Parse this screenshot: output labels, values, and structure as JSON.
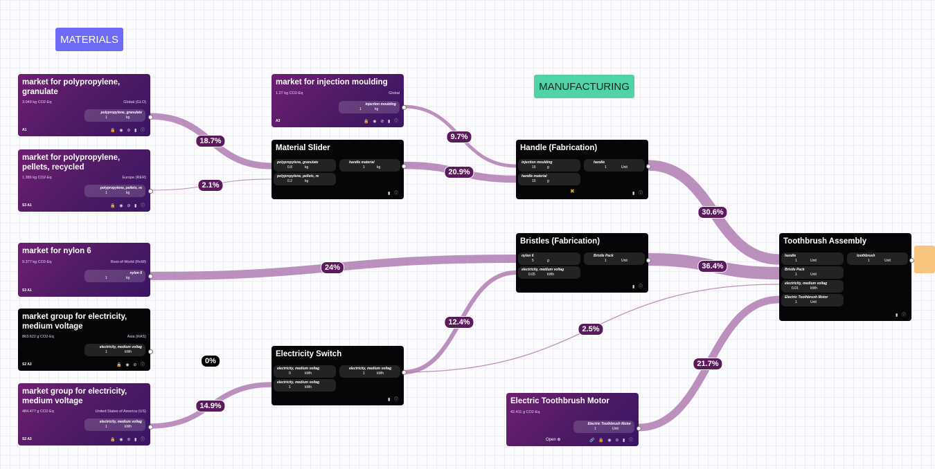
{
  "sections": {
    "materials": "MATERIALS",
    "manufacturing": "MANUFACTURING"
  },
  "colors": {
    "materials": "#6e6bf7",
    "manufacturing": "#52d3a5",
    "flow": "#b07cb2",
    "badge": "#5a1a5c"
  },
  "nodes": {
    "pp": {
      "title": "market for polypropylene, granulate",
      "impact": "3.049 kg CO2-Eq",
      "region": "Global (GLO)",
      "out_label": "polypropylene, granulate",
      "out_value": "1",
      "out_unit": "kg",
      "tags": "A1"
    },
    "ppr": {
      "title": "market for polypropylene, pellets, recycled",
      "impact": "1.386 kg CO2-Eq",
      "region": "Europe (RER)",
      "out_label": "polypropylene, pellets, re",
      "out_value": "1",
      "out_unit": "kg",
      "tags": "S3   A1"
    },
    "nylon": {
      "title": "market for nylon 6",
      "impact": "9.377 kg CO2-Eq",
      "region": "Rest-of-World (RoW)",
      "out_label": "nylon 6",
      "out_value": "1",
      "out_unit": "kg",
      "tags": "S3   A1"
    },
    "elec_ras": {
      "title": "market group for electricity, medium voltage",
      "impact": "863.622 g CO2-Eq",
      "region": "Asia (RAS)",
      "out_label": "electricity, medium voltag",
      "out_value": "1",
      "out_unit": "kWh",
      "tags": "S2   A3"
    },
    "elec_us": {
      "title": "market group for electricity, medium voltage",
      "impact": "484.477 g CO2-Eq",
      "region": "United States of America (US)",
      "out_label": "electricity, medium voltag",
      "out_value": "1",
      "out_unit": "kWh",
      "tags": "S2   A3"
    },
    "inj": {
      "title": "market for injection moulding",
      "impact": "1.27 kg CO2-Eq",
      "region": "Global",
      "out_label": "injection moulding",
      "out_value": "1",
      "out_unit": "kg",
      "tags": "A3"
    },
    "slider": {
      "title": "Material Slider",
      "in1_label": "polypropylene, granulate",
      "in1_value": "0.8",
      "in1_unit": "kg",
      "in2_label": "polypropylene, pellets, re",
      "in2_value": "0.2",
      "in2_unit": "kg",
      "out_label": "handle material",
      "out_value": "1",
      "out_unit": "kg"
    },
    "handle": {
      "title": "Handle (Fabrication)",
      "in1_label": "injection moulding",
      "in1_value": "15",
      "in1_unit": "g",
      "in2_label": "handle material",
      "in2_value": "15",
      "in2_unit": "g",
      "out_label": "handle",
      "out_value": "1",
      "out_unit": "Unit"
    },
    "bristles": {
      "title": "Bristles (Fabrication)",
      "in1_label": "nylon 6",
      "in1_value": "5",
      "in1_unit": "g",
      "in2_label": "electricity, medium voltag",
      "in2_value": "0.05",
      "in2_unit": "kWh",
      "out_label": "Bristle Pack",
      "out_value": "1",
      "out_unit": "Unit"
    },
    "switch": {
      "title": "Electricity Switch",
      "in1_label": "electricity, medium voltag",
      "in1_value": "0",
      "in1_unit": "kWh",
      "in2_label": "electricity, medium voltag",
      "in2_value": "1",
      "in2_unit": "kWh",
      "out_label": "electricity, medium voltag",
      "out_value": "1",
      "out_unit": "kWh"
    },
    "motor": {
      "title": "Electric Toothbrush Motor",
      "impact": "42.411 g CO2-Eq",
      "out_label": "Electric Toothbrush Motor",
      "out_value": "1",
      "out_unit": "Unit",
      "open": "Open"
    },
    "assembly": {
      "title": "Toothbrush Assembly",
      "in1_label": "handle",
      "in1_value": "1",
      "in1_unit": "Unit",
      "in2_label": "Bristle Pack",
      "in2_value": "1",
      "in2_unit": "Unit",
      "in3_label": "electricity, medium voltag",
      "in3_value": "0.01",
      "in3_unit": "kWh",
      "in4_label": "Electric Toothbrush Motor",
      "in4_value": "1",
      "in4_unit": "Unit",
      "out_label": "toothbrush",
      "out_value": "1",
      "out_unit": "Unit"
    }
  },
  "flows": [
    {
      "id": "f1",
      "label": "18.7%",
      "share": 18.7
    },
    {
      "id": "f2",
      "label": "2.1%",
      "share": 2.1
    },
    {
      "id": "f3",
      "label": "9.7%",
      "share": 9.7
    },
    {
      "id": "f4",
      "label": "20.9%",
      "share": 20.9
    },
    {
      "id": "f5",
      "label": "24%",
      "share": 24
    },
    {
      "id": "f6",
      "label": "12.4%",
      "share": 12.4
    },
    {
      "id": "f7",
      "label": "14.9%",
      "share": 14.9
    },
    {
      "id": "f8",
      "label": "0%",
      "share": 0
    },
    {
      "id": "f9",
      "label": "2.5%",
      "share": 2.5
    },
    {
      "id": "f10",
      "label": "30.6%",
      "share": 30.6
    },
    {
      "id": "f11",
      "label": "36.4%",
      "share": 36.4
    },
    {
      "id": "f12",
      "label": "21.7%",
      "share": 21.7
    }
  ]
}
